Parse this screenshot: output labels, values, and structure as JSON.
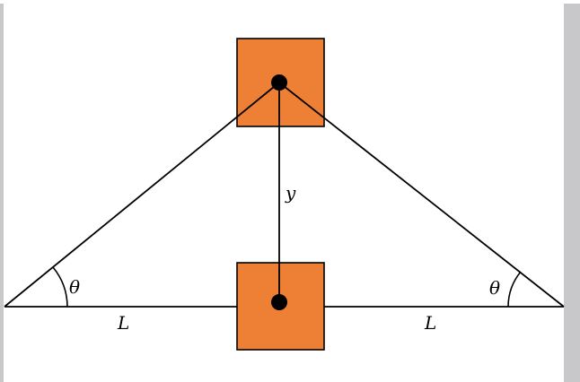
{
  "colors": {
    "block_fill": "#ed8034",
    "wall": "#c8c8cb",
    "line": "#000000",
    "pivot": "#000000"
  },
  "labels": {
    "vertical_distance": "y",
    "left_angle": "θ",
    "right_angle": "θ",
    "left_length": "L",
    "right_length": "L"
  }
}
